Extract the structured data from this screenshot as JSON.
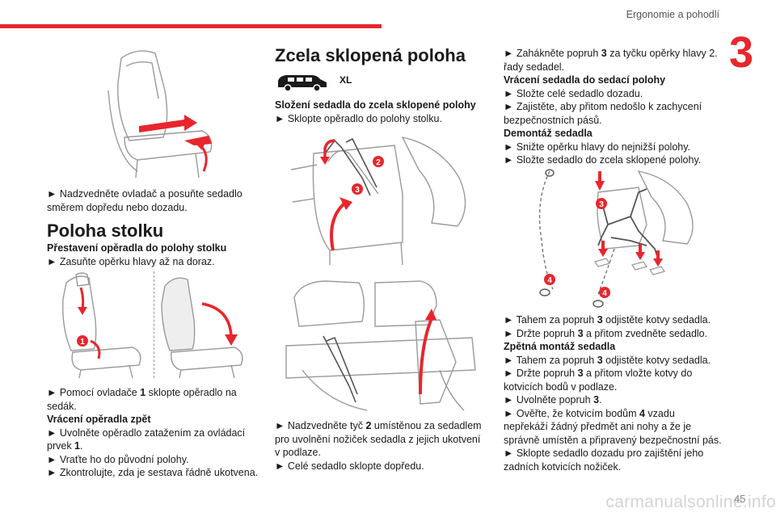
{
  "header": {
    "chapter_title": "Ergonomie a pohodlí",
    "chapter_number": "3",
    "accent_color": "#e8262d"
  },
  "page_number": "45",
  "watermark": "carmanualsonline.info",
  "col1": {
    "step_adjust": "► Nadzvedněte ovladač a posuňte sedadlo směrem dopředu nebo dozadu.",
    "section_title": "Poloha stolku",
    "subhead_table": "Přestavení opěradla do polohy stolku",
    "step_headrest": "► Zasuňte opěrku hlavy až na doraz.",
    "step_control_a": "► Pomocí ovladače ",
    "step_control_num": "1",
    "step_control_b": " sklopte opěradlo na sedák.",
    "subhead_return": "Vrácení opěradla zpět",
    "step_release_a": "► Uvolněte opěradlo zatažením za ovládací prvek ",
    "step_release_num": "1",
    "step_release_b": ".",
    "step_back": "► Vraťte ho do původní polohy.",
    "step_check": "► Zkontrolujte, zda je sestava řádně ukotvena."
  },
  "col2": {
    "section_title": "Zcela sklopená poloha",
    "badge": "XL",
    "subhead_fold": "Složení sedadla do zcela sklopené polohy",
    "step_fold": "► Sklopte opěradlo do polohy stolku.",
    "step_lift_a": "► Nadzvedněte tyč ",
    "step_lift_num": "2",
    "step_lift_b": " umístěnou za sedadlem pro uvolnění nožiček sedadla z jejich ukotvení v podlaze.",
    "step_tilt": "► Celé sedadlo sklopte dopředu."
  },
  "col3": {
    "step_hook_a": "► Zahákněte popruh ",
    "step_hook_num": "3",
    "step_hook_b": " za tyčku opěrky hlavy 2. řady sedadel.",
    "subhead_return": "Vrácení sedadla do sedací polohy",
    "step_unfold": "► Složte celé sedadlo dozadu.",
    "step_belts": "► Zajistěte, aby přitom nedošlo k zachycení bezpečnostních pásů.",
    "subhead_remove": "Demontáž sedadla",
    "step_lower": "► Snižte opěrku hlavy do nejnižší polohy.",
    "step_fold_full": "► Složte sedadlo do zcela sklopené polohy.",
    "step_pull_a": "► Tahem za popruh ",
    "step_pull_num": "3",
    "step_pull_b": " odjistěte kotvy sedadla.",
    "step_hold_a": "► Držte popruh ",
    "step_hold_num": "3",
    "step_hold_b": " a přitom zvedněte sedadlo.",
    "subhead_refit": "Zpětná montáž sedadla",
    "step_pull2_a": "► Tahem za popruh ",
    "step_pull2_num": "3",
    "step_pull2_b": " odjistěte kotvy sedadla.",
    "step_hold2_a": "► Držte popruh ",
    "step_hold2_num": "3",
    "step_hold2_b": " a přitom vložte kotvy do kotvicích bodů v podlaze.",
    "step_release_a": "► Uvolněte popruh ",
    "step_release_num": "3",
    "step_release_b": ".",
    "step_verify_a": "► Ověřte, že kotvicím bodům ",
    "step_verify_num": "4",
    "step_verify_b": " vzadu nepřekáží žádný předmět ani nohy a že je správně umístěn a připravený bezpečnostní pás.",
    "step_final": "► Sklopte sedadlo dozadu pro zajištění jeho zadních kotvicích nožiček."
  },
  "callouts": {
    "one": "1",
    "two": "2",
    "three": "3",
    "four": "4"
  }
}
